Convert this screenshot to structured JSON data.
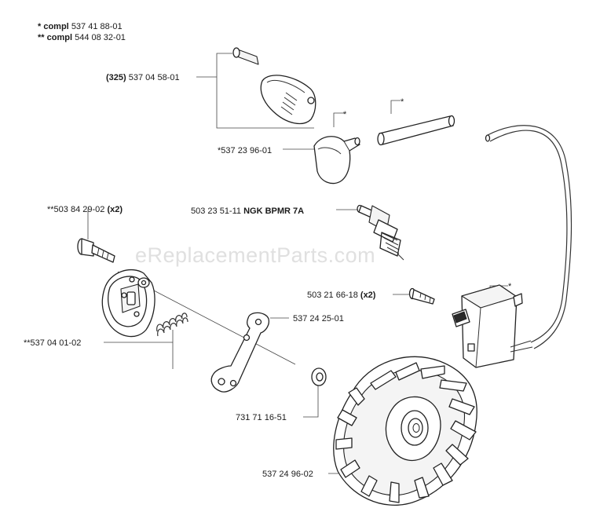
{
  "compl_notes": [
    {
      "mark": "*",
      "word": "compl",
      "number": "537 41 88-01"
    },
    {
      "mark": "**",
      "word": "compl",
      "number": "544 08 32-01"
    }
  ],
  "watermark": "eReplacementParts.com",
  "parts": {
    "cover": {
      "qty": "(325)",
      "number": "537 04 58-01"
    },
    "plug_boot": {
      "number": "*537 23 96-01"
    },
    "boot_mark": "*",
    "sleeve_mark": "*",
    "spark_plug": {
      "number": "503 23 51-11",
      "desc": "NGK BPMR 7A"
    },
    "clutch_screw": {
      "number": "**503 84 29-02",
      "qty": "(x2)"
    },
    "coil_screw": {
      "number": "503 21 66-18",
      "qty": "(x2)"
    },
    "coil_mark": "*",
    "link": {
      "number": "537 24 25-01"
    },
    "clutch": {
      "number": "**537 04 01-02"
    },
    "washer": {
      "number": "731 71 16-51"
    },
    "flywheel": {
      "number": "537 24 96-02"
    }
  }
}
